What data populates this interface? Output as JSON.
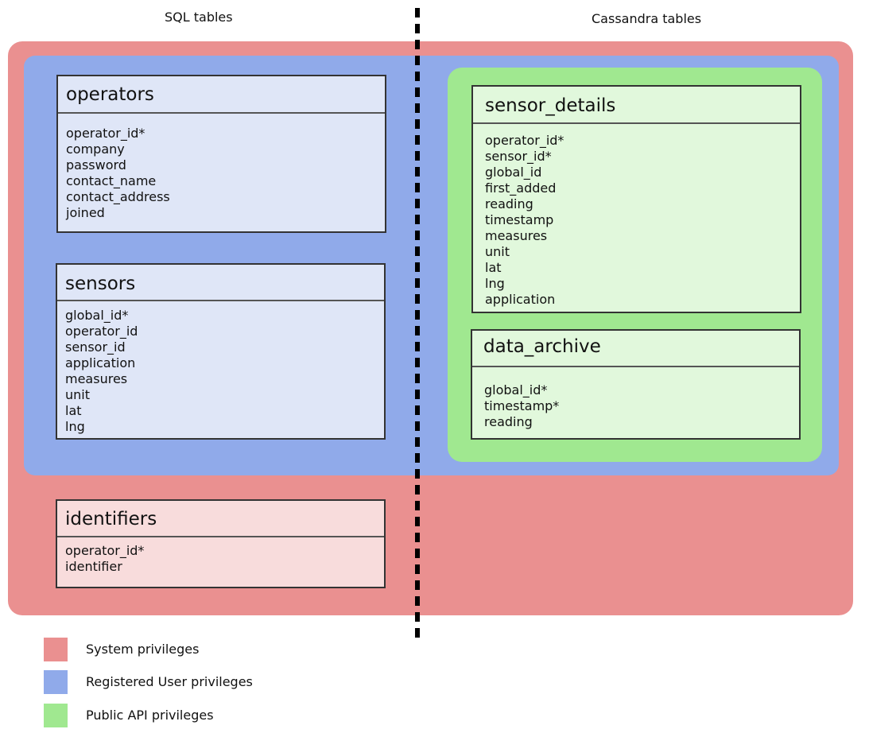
{
  "columns": {
    "sql_label": "SQL tables",
    "cassandra_label": "Cassandra tables"
  },
  "colors": {
    "system": "#ea9090",
    "registered_user": "#90aaea",
    "public_api": "#a0e890"
  },
  "tables": {
    "operators": {
      "title": "operators",
      "fields": [
        "operator_id*",
        "company",
        "password",
        "contact_name",
        "contact_address",
        "joined"
      ]
    },
    "sensors": {
      "title": "sensors",
      "fields": [
        "global_id*",
        "operator_id",
        "sensor_id",
        "application",
        "measures",
        "unit",
        "lat",
        "lng"
      ]
    },
    "identifiers": {
      "title": "identifiers",
      "fields": [
        "operator_id*",
        "identifier"
      ]
    },
    "sensor_details": {
      "title": "sensor_details",
      "fields": [
        "operator_id*",
        "sensor_id*",
        "global_id",
        "first_added",
        "reading",
        "timestamp",
        "measures",
        "unit",
        "lat",
        "lng",
        "application"
      ]
    },
    "data_archive": {
      "title": "data_archive",
      "fields": [
        "global_id*",
        "timestamp*",
        "reading"
      ]
    }
  },
  "legend": [
    {
      "label": "System privileges",
      "color": "#ea9090"
    },
    {
      "label": "Registered User privileges",
      "color": "#90aaea"
    },
    {
      "label": "Public API privileges",
      "color": "#a0e890"
    }
  ]
}
